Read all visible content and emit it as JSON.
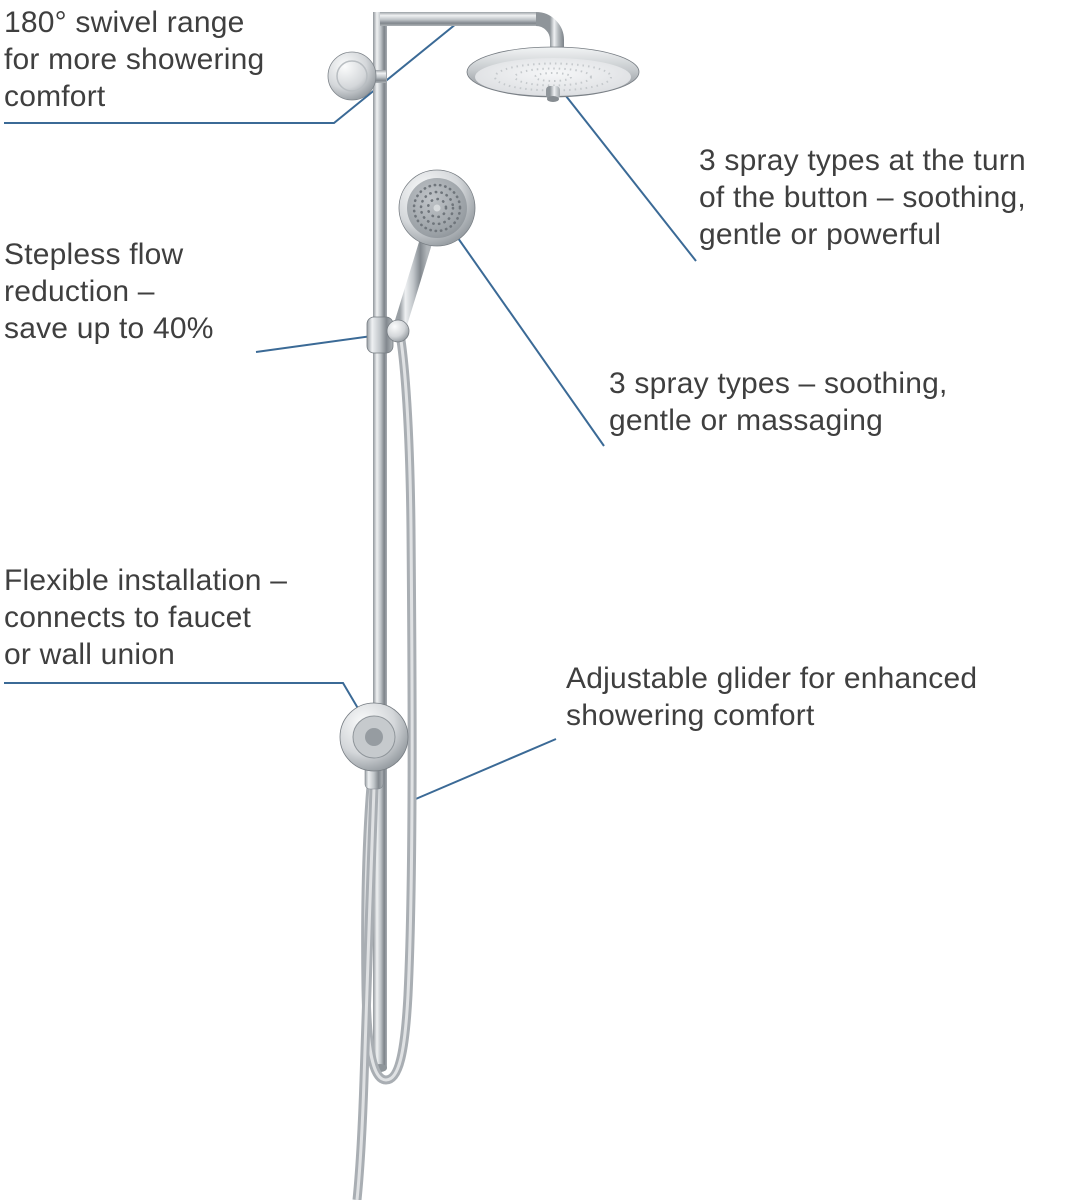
{
  "colors": {
    "background": "#ffffff",
    "text": "#3f3f3f",
    "leader_line": "#3b6a96",
    "chrome": "#c0c5c9"
  },
  "annotations": {
    "swivel_range": {
      "text": "180° swivel range\nfor more showering\ncomfort"
    },
    "flow_reduction": {
      "text": "Stepless flow\nreduction –\nsave up to 40%"
    },
    "head_spray_types": {
      "text": "3 spray types at the turn\nof the button – soothing,\ngentle or powerful"
    },
    "hand_spray_types": {
      "text": "3 spray types – soothing,\ngentle or massaging"
    },
    "flexible_installation": {
      "text": "Flexible installation –\nconnects to faucet\nor wall union"
    },
    "adjustable_glider": {
      "text": "Adjustable glider for enhanced\nshowering comfort"
    }
  }
}
